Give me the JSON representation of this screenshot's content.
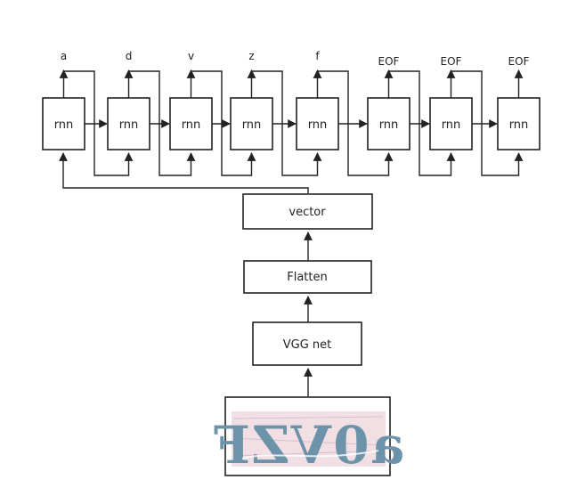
{
  "diagram": {
    "rnn_label": "rnn",
    "outputs": [
      "a",
      "d",
      "v",
      "z",
      "f",
      "EOF",
      "EOF",
      "EOF"
    ],
    "pipeline": {
      "vector": "vector",
      "flatten": "Flatten",
      "vgg": "VGG net"
    },
    "captcha": {
      "text": "a0VZF",
      "background_color": "#f1dfe4",
      "ink_color": "#6c93aa"
    }
  }
}
